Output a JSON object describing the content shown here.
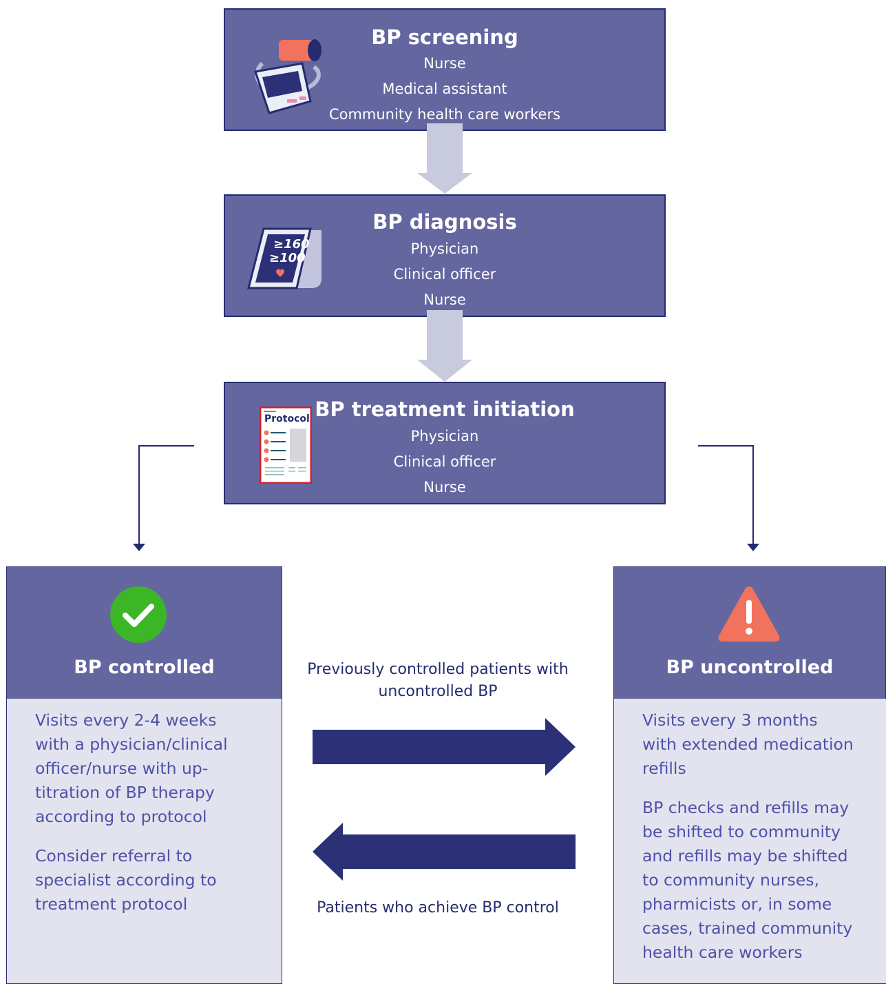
{
  "steps": [
    {
      "title": "BP screening",
      "roles": [
        "Nurse",
        "Medical assistant",
        "Community health care workers"
      ],
      "icon": "blood-pressure-cuff-icon"
    },
    {
      "title": "BP diagnosis",
      "roles": [
        "Physician",
        "Clinical officer",
        "Nurse"
      ],
      "icon": "bp-monitor-reading-icon",
      "monitor_reading": {
        "line1": "≥160",
        "line2": "≥100"
      }
    },
    {
      "title": "BP treatment initiation",
      "roles": [
        "Physician",
        "Clinical officer",
        "Nurse"
      ],
      "icon": "protocol-document-icon",
      "protocol_label": "Protocol"
    }
  ],
  "outcomes": {
    "controlled": {
      "title": "BP controlled",
      "icon": "check-circle-icon",
      "paragraphs": [
        "Visits every 2-4 weeks with a physician/clinical officer/nurse with up-titration of BP therapy according to protocol",
        "Consider referral to specialist according to treatment protocol"
      ]
    },
    "uncontrolled": {
      "title": "BP uncontrolled",
      "icon": "warning-triangle-icon",
      "paragraphs": [
        "Visits every 3 months with extended medication refills",
        "BP checks and refills may be shifted to community and refills may be shifted to community nurses, pharmicists or, in some cases, trained community health care workers"
      ]
    }
  },
  "transitions": {
    "to_uncontrolled": "Previously controlled patients with uncontrolled BP",
    "to_controlled": "Patients who achieve BP control"
  },
  "colors": {
    "box_fill": "#63669f",
    "box_border": "#272c73",
    "body_fill": "#e2e3ef",
    "body_text": "#4e51a8",
    "gray_arrow": "#c8cade",
    "navy_arrow": "#2b3077",
    "check_green": "#3cb526",
    "warning_orange": "#f1735d"
  }
}
